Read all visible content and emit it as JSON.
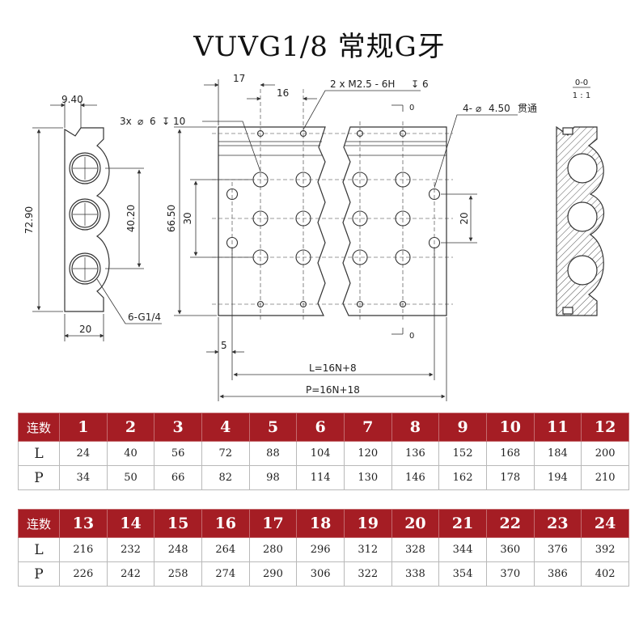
{
  "title": "VUVG1/8 常规G牙",
  "dims": {
    "side_top": "9.40",
    "side_height": "72.90",
    "side_pitch": "40.20",
    "side_bottom": "20",
    "port_callout": "6-G1/4",
    "front_top": "17",
    "front_top2": "16",
    "thread_callout": "2 x  M2.5 - 6H",
    "thread_depth": "6",
    "bore_callout": "3x",
    "bore_dia": "6",
    "bore_depth": "10",
    "through_callout": "4-",
    "through_dia": "4.50",
    "through_text": "贯通",
    "front_height": "66.50",
    "front_pitch": "30",
    "front_right": "20",
    "front_left": "5",
    "zero_top": "0",
    "zero_bottom": "0",
    "length_L": "L=16N+8",
    "length_P": "P=16N+18",
    "section_label": "0-0",
    "section_scale": "1 : 1"
  },
  "tables": [
    {
      "header_label": "连数",
      "columns": [
        "1",
        "2",
        "3",
        "4",
        "5",
        "6",
        "7",
        "8",
        "9",
        "10",
        "11",
        "12"
      ],
      "rows": [
        {
          "label": "L",
          "values": [
            "24",
            "40",
            "56",
            "72",
            "88",
            "104",
            "120",
            "136",
            "152",
            "168",
            "184",
            "200"
          ]
        },
        {
          "label": "P",
          "values": [
            "34",
            "50",
            "66",
            "82",
            "98",
            "114",
            "130",
            "146",
            "162",
            "178",
            "194",
            "210"
          ]
        }
      ]
    },
    {
      "header_label": "连数",
      "columns": [
        "13",
        "14",
        "15",
        "16",
        "17",
        "18",
        "19",
        "20",
        "21",
        "22",
        "23",
        "24"
      ],
      "rows": [
        {
          "label": "L",
          "values": [
            "216",
            "232",
            "248",
            "264",
            "280",
            "296",
            "312",
            "328",
            "344",
            "360",
            "376",
            "392"
          ]
        },
        {
          "label": "P",
          "values": [
            "226",
            "242",
            "258",
            "274",
            "290",
            "306",
            "322",
            "338",
            "354",
            "370",
            "386",
            "402"
          ]
        }
      ]
    }
  ]
}
